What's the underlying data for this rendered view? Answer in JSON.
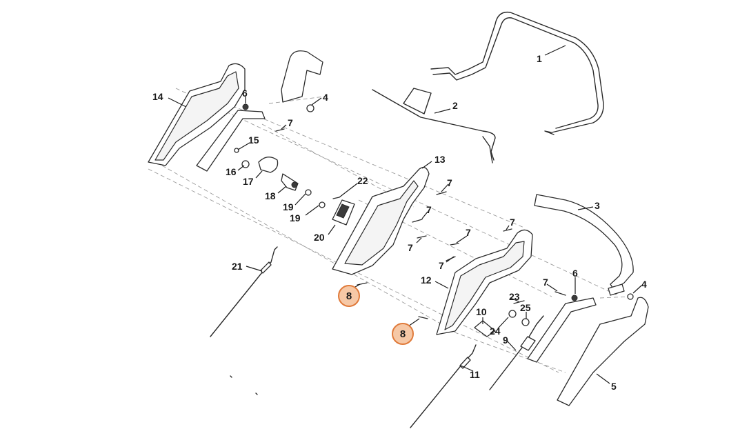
{
  "diagram": {
    "callouts": [
      {
        "id": "c1",
        "label": "1"
      },
      {
        "id": "c2",
        "label": "2"
      },
      {
        "id": "c3",
        "label": "3"
      },
      {
        "id": "c4a",
        "label": "4"
      },
      {
        "id": "c4b",
        "label": "4"
      },
      {
        "id": "c5",
        "label": "5"
      },
      {
        "id": "c6a",
        "label": "6"
      },
      {
        "id": "c6b",
        "label": "6"
      },
      {
        "id": "c7a",
        "label": "7"
      },
      {
        "id": "c7b",
        "label": "7"
      },
      {
        "id": "c7c",
        "label": "7"
      },
      {
        "id": "c7d",
        "label": "7"
      },
      {
        "id": "c7e",
        "label": "7"
      },
      {
        "id": "c7f",
        "label": "7"
      },
      {
        "id": "c7g",
        "label": "7"
      },
      {
        "id": "c7h",
        "label": "7"
      },
      {
        "id": "c9",
        "label": "9"
      },
      {
        "id": "c10",
        "label": "10"
      },
      {
        "id": "c11",
        "label": "11"
      },
      {
        "id": "c12",
        "label": "12"
      },
      {
        "id": "c13",
        "label": "13"
      },
      {
        "id": "c14",
        "label": "14"
      },
      {
        "id": "c15",
        "label": "15"
      },
      {
        "id": "c16",
        "label": "16"
      },
      {
        "id": "c17",
        "label": "17"
      },
      {
        "id": "c18",
        "label": "18"
      },
      {
        "id": "c19a",
        "label": "19"
      },
      {
        "id": "c19b",
        "label": "19"
      },
      {
        "id": "c20",
        "label": "20"
      },
      {
        "id": "c21",
        "label": "21"
      },
      {
        "id": "c22",
        "label": "22"
      },
      {
        "id": "c23",
        "label": "23"
      },
      {
        "id": "c24",
        "label": "24"
      },
      {
        "id": "c25",
        "label": "25"
      }
    ],
    "highlighted": [
      {
        "id": "h8a",
        "label": "8"
      },
      {
        "id": "h8b",
        "label": "8"
      }
    ],
    "colors": {
      "highlight_fill": "#f6c8a6",
      "highlight_stroke": "#e07a3a",
      "line": "#2a2a2a"
    }
  }
}
